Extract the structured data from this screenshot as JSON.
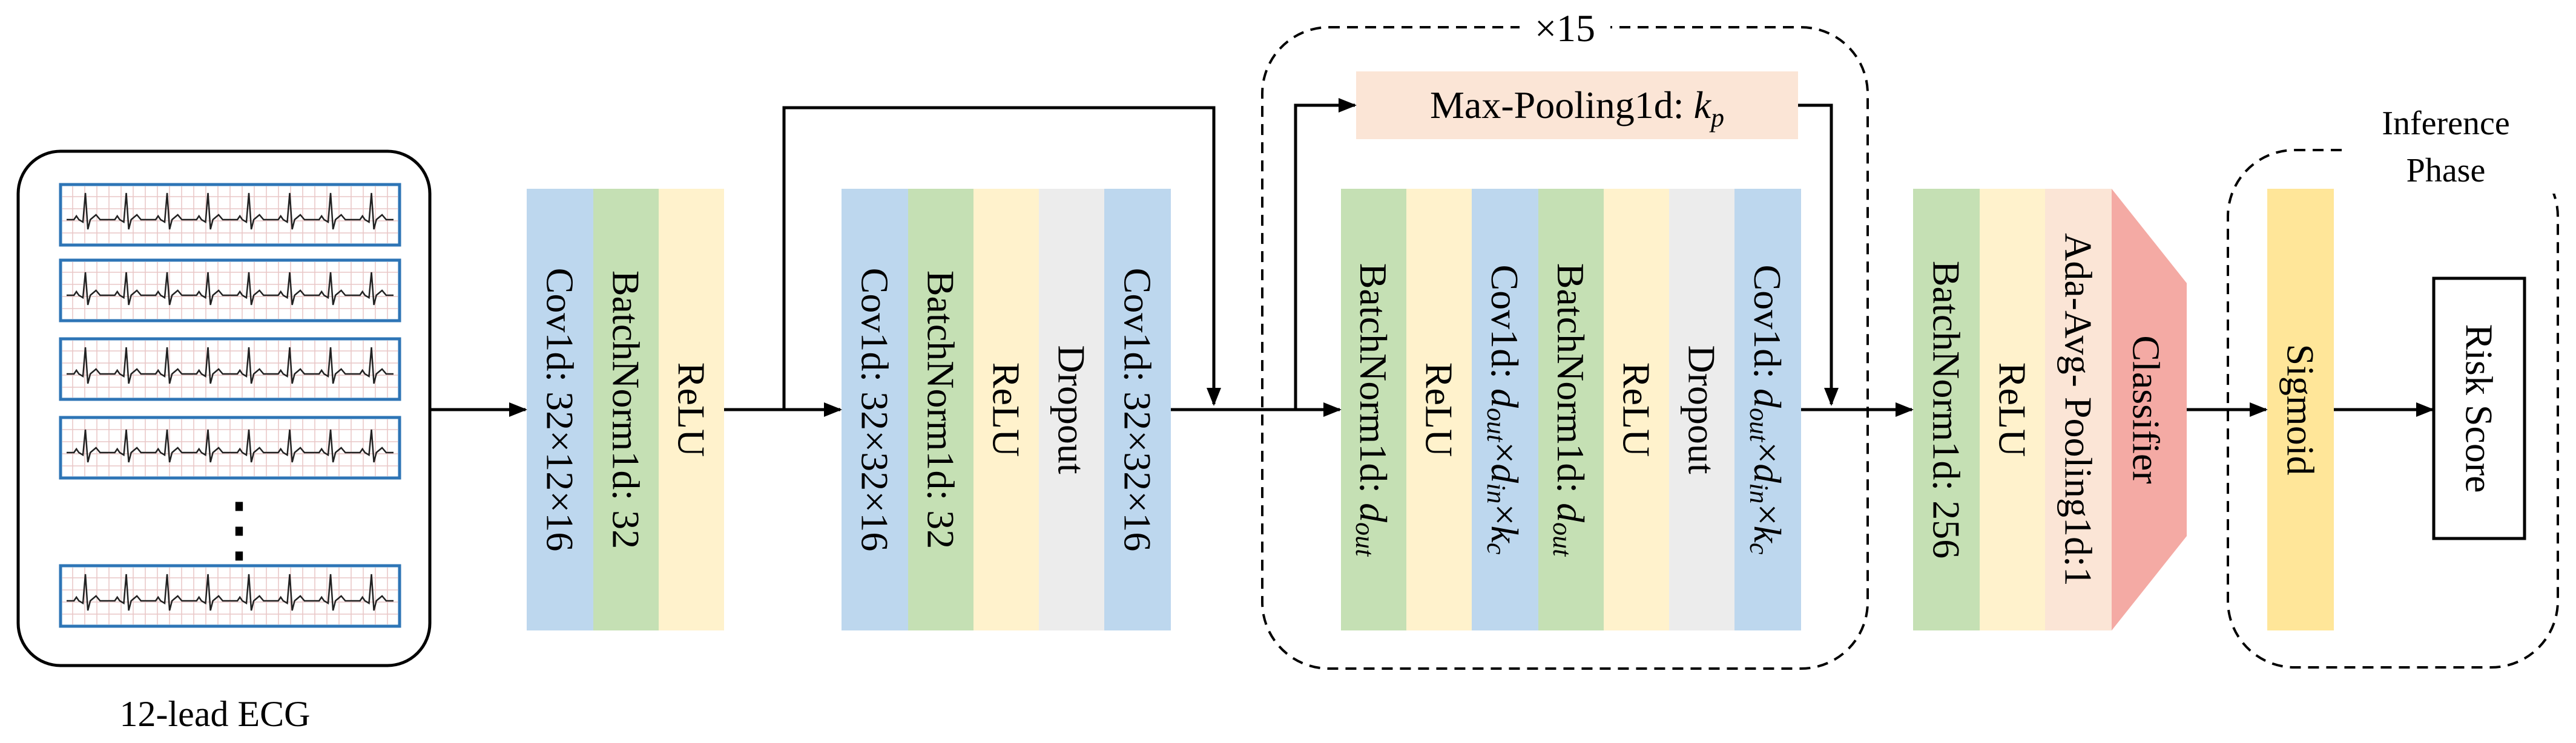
{
  "colors": {
    "conv": "#bdd7ee",
    "batchnorm": "#c5e0b4",
    "relu": "#fff2cc",
    "dropout": "#ececec",
    "maxpool": "#fbe5d6",
    "adaavg": "#fbe5d6",
    "classifier": "#f4aaa4",
    "sigmoid": "#ffe699",
    "ecg_frame": "#2e75b6",
    "ecg_grid": "#e8c6c6"
  },
  "input": {
    "caption": "12-lead ECG",
    "ellipsis": "⋮"
  },
  "stem": {
    "conv": "Cov1d: 32×12×16",
    "bn": "BatchNorm1d: 32",
    "relu": "ReLU"
  },
  "block1": {
    "conv1": "Cov1d: 32×32×16",
    "bn": "BatchNorm1d: 32",
    "relu": "ReLU",
    "dropout": "Dropout",
    "conv2": "Cov1d: 32×32×16"
  },
  "repeat": {
    "count": "×15",
    "maxpool_prefix": "Max-Pooling1d: ",
    "maxpool_var": "k",
    "maxpool_sub": "p",
    "bn1_prefix": "BatchNorm1d: ",
    "bn1_var": "d",
    "bn1_sub": "out",
    "relu1": "ReLU",
    "conv1_prefix": "Cov1d: ",
    "conv1_d1": "d",
    "conv1_s1": "out",
    "conv1_x1": "×",
    "conv1_d2": "d",
    "conv1_s2": "in",
    "conv1_x2": "×",
    "conv1_k": "k",
    "conv1_ks": "c",
    "bn2_prefix": "BatchNorm1d: ",
    "bn2_var": "d",
    "bn2_sub": "out",
    "relu2": "ReLU",
    "dropout": "Dropout",
    "conv2_prefix": "Cov1d: ",
    "conv2_d1": "d",
    "conv2_s1": "out",
    "conv2_x1": "×",
    "conv2_d2": "d",
    "conv2_s2": "in",
    "conv2_x2": "×",
    "conv2_k": "k",
    "conv2_ks": "c"
  },
  "head": {
    "bn": "BatchNorm1d: 256",
    "relu": "ReLU",
    "pool": "Ada-Avg- Pooling1d:1",
    "classifier": "Classifier"
  },
  "inference": {
    "title_line1": "Inference",
    "title_line2": "Phase",
    "sigmoid": "Sigmoid",
    "risk": "Risk Score"
  }
}
